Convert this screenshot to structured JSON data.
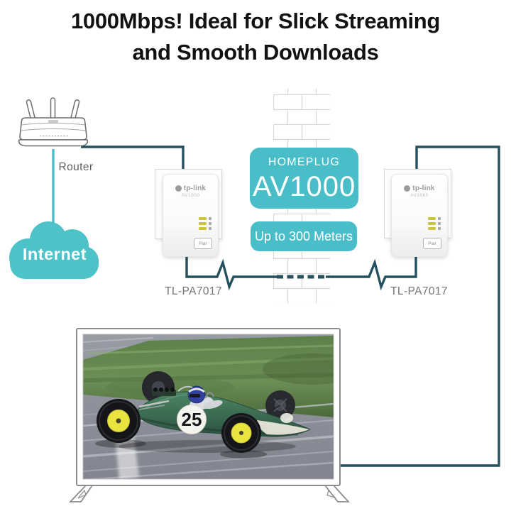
{
  "title": {
    "line1": "1000Mbps! Ideal for Slick Streaming",
    "line2": "and Smooth Downloads"
  },
  "badges": {
    "homeplug_title": "HOMEPLUG",
    "homeplug_value": "AV1000",
    "range_text": "Up to 300 Meters"
  },
  "network": {
    "router_label": "Router",
    "internet_label": "Internet",
    "adapter_left_model": "TL-PA7017",
    "adapter_right_model": "TL-PA7017"
  },
  "adapter": {
    "brand": "tp-link",
    "model_small": "AV1000",
    "pair_label": "Pair"
  },
  "tv": {
    "car_number": "25"
  },
  "icons": {
    "router": "wifi-router-icon",
    "internet": "cloud-icon",
    "wall": "brick-wall-icon",
    "powerline": "powerline-zigzag-icon",
    "tv": "tv-icon"
  },
  "colors": {
    "accent_teal": "#4ABEC8",
    "line_dark": "#24505F",
    "led_yellow": "#C9C43E",
    "title_text": "#121212",
    "label_gray": "#757575"
  }
}
